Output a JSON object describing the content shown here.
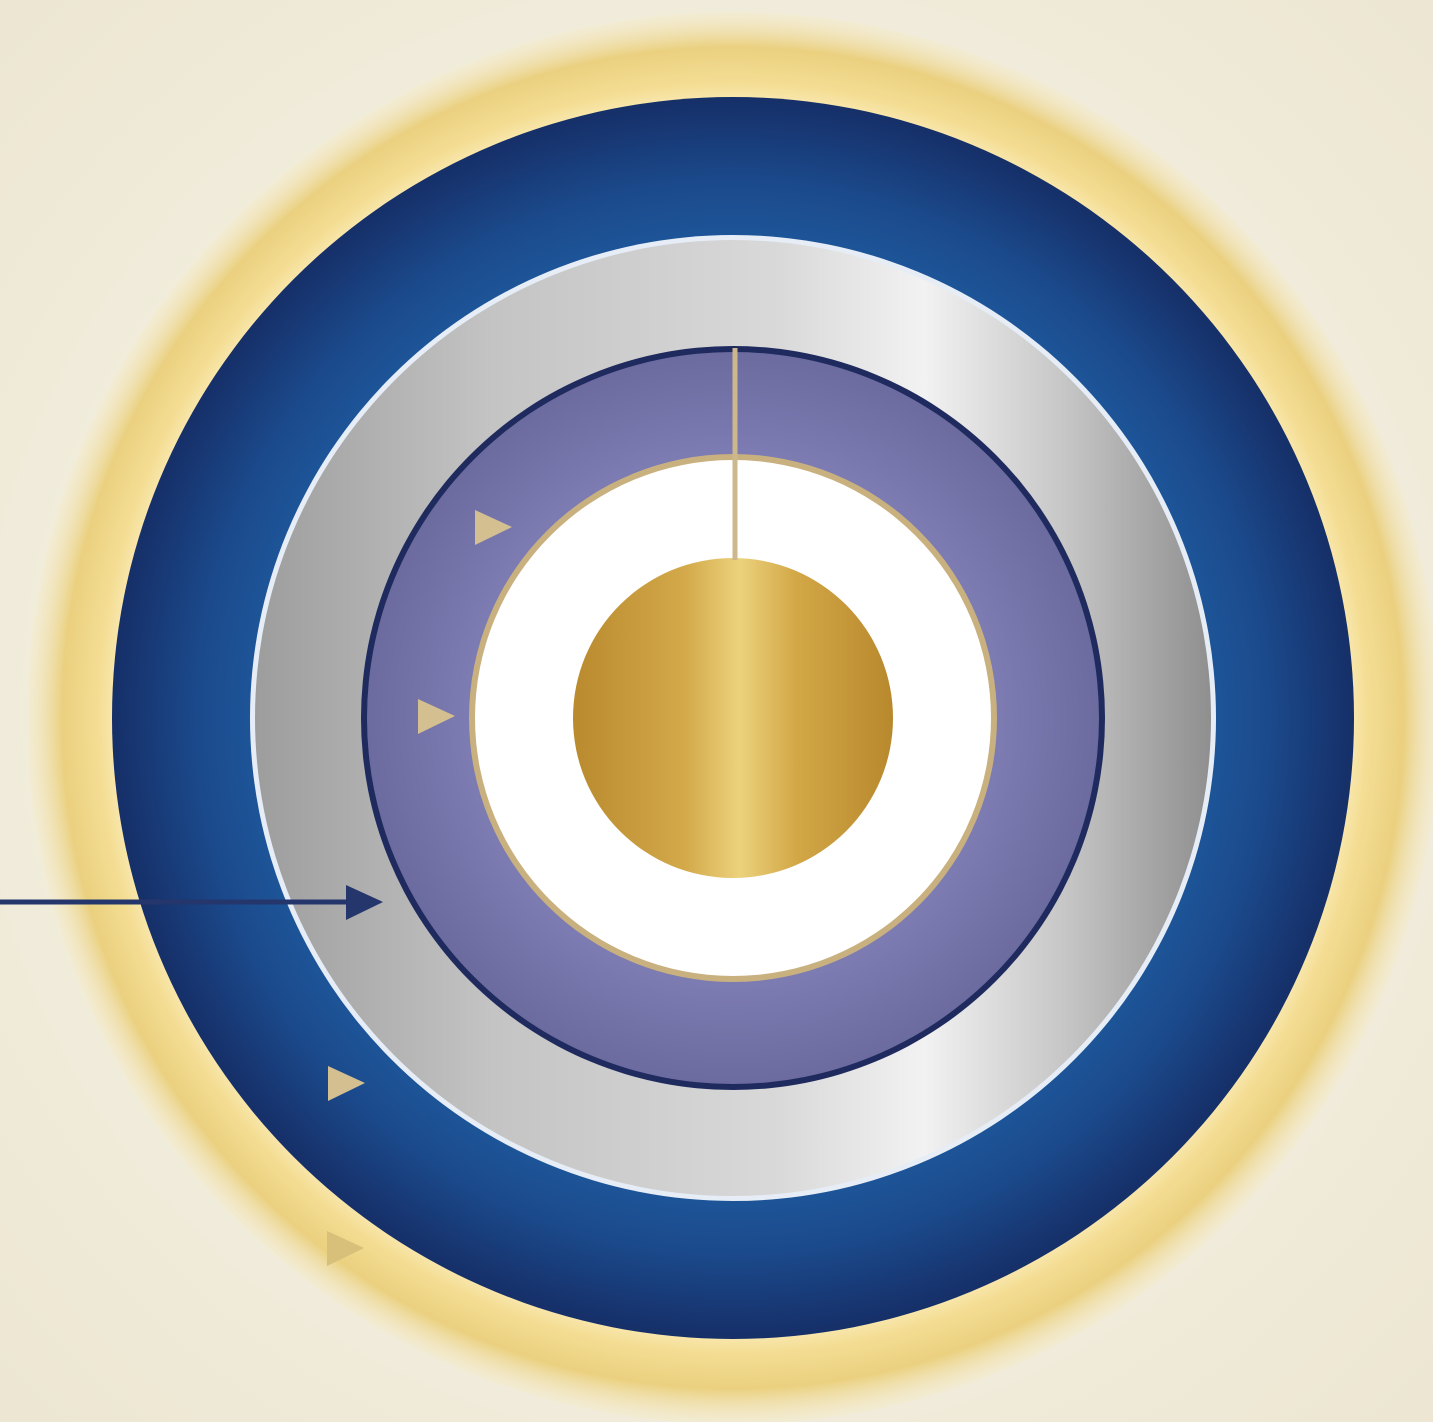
{
  "diagram": {
    "type": "concentric-rings-with-pointer-arrows",
    "labels_visible": false,
    "rings": [
      {
        "id": "outer-glow-ring",
        "fill": "#e9cf7c",
        "style": "soft gold glow"
      },
      {
        "id": "deep-blue-ring",
        "fill": "#1f4f8f",
        "style": "navy radial gradient"
      },
      {
        "id": "silver-ring",
        "fill": "#c7c7c7",
        "style": "metallic silver"
      },
      {
        "id": "lavender-ring",
        "fill": "#7574a8",
        "style": "slate lavender"
      },
      {
        "id": "white-ring",
        "fill": "#ffffff",
        "style": "white with gold outline"
      },
      {
        "id": "gold-core",
        "fill": "#c99a3b",
        "style": "metallic gold disc"
      }
    ],
    "pointers": [
      {
        "id": "pointer-gold-core",
        "target": "gold-core",
        "color": "#cdb78c",
        "has_arrowhead": false
      },
      {
        "id": "pointer-lavender-ring",
        "target": "lavender-ring",
        "color": "#cdb78c",
        "has_arrowhead": true
      },
      {
        "id": "pointer-white-ring",
        "target": "white-ring",
        "color": "#cdb78c",
        "has_arrowhead": true
      },
      {
        "id": "pointer-silver-ring",
        "target": "silver-ring",
        "color": "#24366b",
        "has_arrowhead": true
      },
      {
        "id": "pointer-deep-blue-ring",
        "target": "deep-blue-ring",
        "color": "#cdb78c",
        "has_arrowhead": true
      },
      {
        "id": "pointer-outer-glow-ring",
        "target": "outer-glow-ring",
        "color": "#d8bf7a",
        "has_arrowhead": true
      }
    ],
    "palette": {
      "background": "#f3efe2",
      "line_dark": "#26335f",
      "accent_gold": "#cdb78c",
      "navy": "#1f4f8f",
      "silver": "#c7c7c7",
      "lavender": "#7574a8",
      "gold": "#c99a3b"
    }
  }
}
